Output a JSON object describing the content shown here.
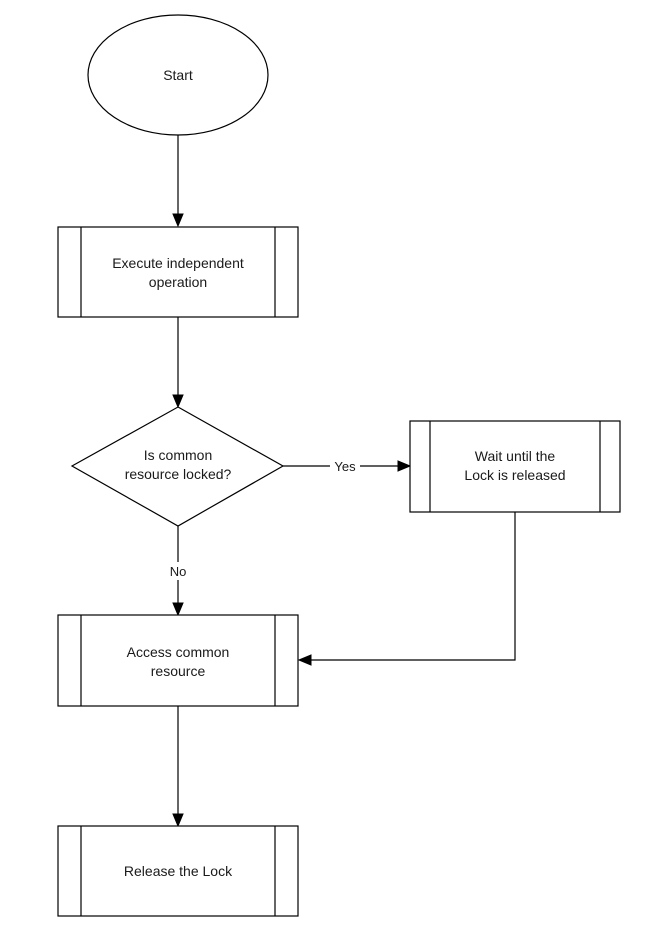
{
  "flowchart": {
    "nodes": {
      "start": {
        "type": "terminator",
        "lines": [
          "Start"
        ]
      },
      "execute": {
        "type": "process",
        "lines": [
          "Execute independent",
          "operation"
        ]
      },
      "decision": {
        "type": "decision",
        "lines": [
          "Is common",
          "resource locked?"
        ]
      },
      "wait": {
        "type": "process",
        "lines": [
          "Wait until the",
          "Lock is released"
        ]
      },
      "access": {
        "type": "process",
        "lines": [
          "Access common",
          "resource"
        ]
      },
      "release": {
        "type": "process",
        "lines": [
          "Release the Lock"
        ]
      }
    },
    "edges": {
      "start_to_execute": {
        "from": "start",
        "to": "execute",
        "label": ""
      },
      "execute_to_decision": {
        "from": "execute",
        "to": "decision",
        "label": ""
      },
      "decision_to_wait": {
        "from": "decision",
        "to": "wait",
        "label": "Yes"
      },
      "decision_to_access": {
        "from": "decision",
        "to": "access",
        "label": "No"
      },
      "wait_to_access": {
        "from": "wait",
        "to": "access",
        "label": ""
      },
      "access_to_release": {
        "from": "access",
        "to": "release",
        "label": ""
      }
    }
  }
}
